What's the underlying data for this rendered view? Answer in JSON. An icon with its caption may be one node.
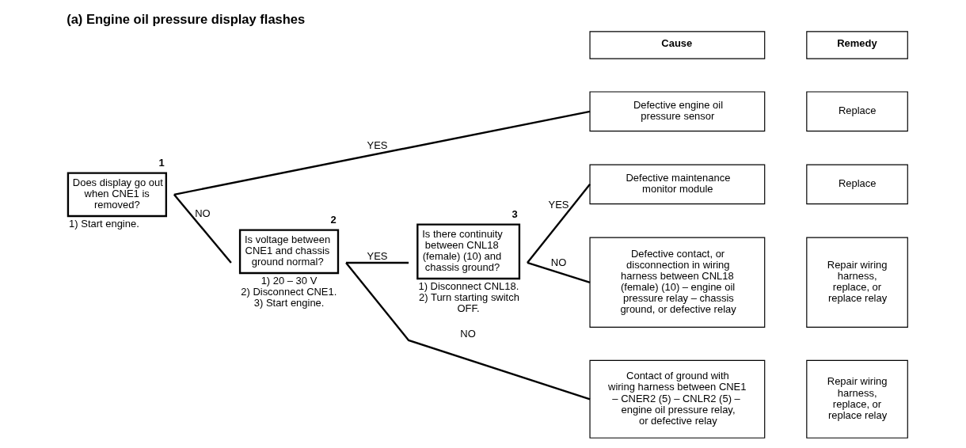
{
  "diagram": {
    "title": "(a) Engine oil pressure display flashes",
    "nodes": [
      {
        "text": [
          "Does display go out when CNE1 is removed?"
        ],
        "beside": [
          "1",
          "1) Start engine."
        ]
      },
      {
        "text": [
          "Is voltage between CNE1 and chassis ground normal?"
        ],
        "beside": [
          "2",
          "1) 20 – 30 V",
          "2) Disconnect CNE1.",
          "3) Start engine."
        ]
      },
      {
        "text": [
          "Is there continuity between CNL18 (female) (10) and chassis ground?"
        ],
        "beside": [
          "3",
          "1) Disconnect CNL18.",
          "2) Turn starting switch OFF."
        ]
      },
      {
        "text": [
          "Defective engine oil pressure sensor"
        ]
      },
      {
        "text": [
          "Replace"
        ]
      },
      {
        "text": [
          "Defective maintenance monitor module"
        ]
      },
      {
        "text": [
          "Replace"
        ]
      },
      {
        "text": [
          "Defective contact, or disconnection in wiring harness between CNL18 (female) (10) – engine oil pressure relay – chassis ground, or defective relay"
        ]
      },
      {
        "text": [
          "Repair wiring harness, replace, or replace relay"
        ]
      },
      {
        "text": [
          "Contact of ground with wiring harness between CNE1 – CNER2 (5) – CNLR2 (5) – engine oil pressure relay, or defective relay"
        ]
      },
      {
        "text": [
          "Repair wiring harness, replace, or replace relay"
        ]
      }
    ],
    "edges": [
      {
        "from": 0,
        "to": 3,
        "arrow": "none",
        "label": "YES"
      },
      {
        "from": 0,
        "to": 1,
        "arrow": "none",
        "label": "NO"
      },
      {
        "from": 1,
        "to": 2,
        "arrow": "none",
        "label": "YES"
      },
      {
        "from": 1,
        "to": 9,
        "arrow": "none",
        "label": "NO"
      },
      {
        "from": 2,
        "to": 5,
        "arrow": "none",
        "label": "YES"
      },
      {
        "from": 2,
        "to": 7,
        "arrow": "none",
        "label": "NO"
      }
    ],
    "labels": [
      "Cause",
      "Remedy"
    ]
  }
}
